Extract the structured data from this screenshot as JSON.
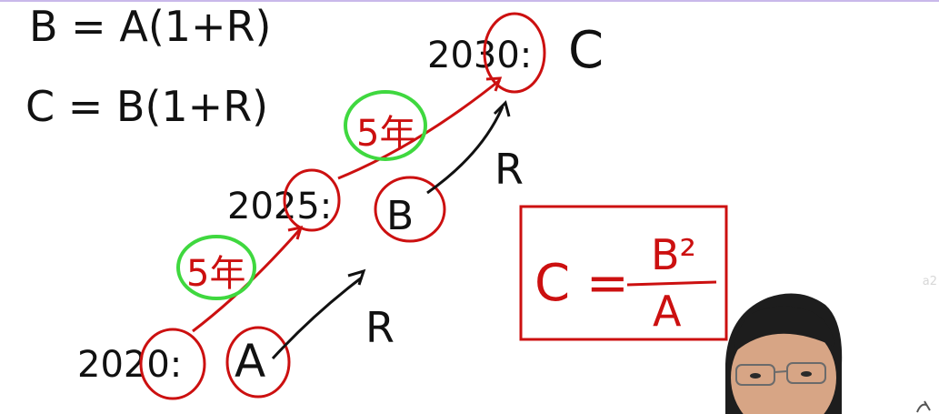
{
  "equations": {
    "b_def": "B = A(1+R)",
    "c_def": "C = B(1+R)"
  },
  "timeline": {
    "year_2020": "2020:",
    "year_2025": "2025:",
    "year_2030": "2030:"
  },
  "values": {
    "a": "A",
    "b": "B",
    "c": "C"
  },
  "growth_labels": {
    "rate_lower": "R",
    "rate_upper": "R",
    "period_lower": "5年",
    "period_upper": "5年"
  },
  "result": {
    "lhs": "C =",
    "numerator": "B²",
    "denominator": "A"
  },
  "watermark": "a2",
  "colors": {
    "ink_black": "#111111",
    "ink_red": "#cc1010",
    "ink_green": "#3fd83f",
    "box_red": "#cc1010"
  }
}
